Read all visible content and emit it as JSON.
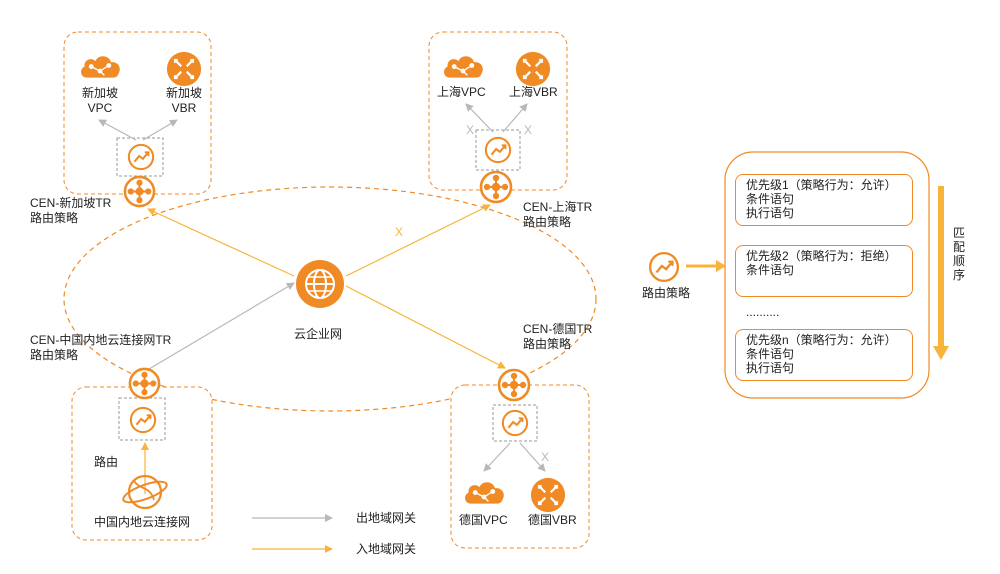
{
  "colors": {
    "accent": "#f08a24",
    "egress": "#b8b8b8",
    "ingress": "#f8b43a"
  },
  "nodes": {
    "cen_label": "云企业网",
    "sg_vpc": "新加坡\nVPC",
    "sg_vbr": "新加坡\nVBR",
    "sh_vpc": "上海VPC",
    "sh_vbr": "上海VBR",
    "de_vpc": "德国VPC",
    "de_vbr": "德国VBR",
    "ccn": "中国内地云连接网",
    "route_label": "路由"
  },
  "tr_labels": {
    "sg": "CEN-新加坡TR\n路由策略",
    "sh": "CEN-上海TR\n路由策略",
    "cn": "CEN-中国内地云连接网TR\n路由策略",
    "de": "CEN-德国TR\n路由策略"
  },
  "marks": {
    "x": "X"
  },
  "legend": {
    "egress": "出地域网关",
    "ingress": "入地域网关"
  },
  "policy": {
    "icon_label": "路由策略",
    "rules": [
      {
        "line1": "优先级1（策略行为：允许）",
        "line2": "条件语句",
        "line3": "执行语句"
      },
      {
        "line1": "优先级2（策略行为：拒绝）",
        "line2": "条件语句"
      },
      {
        "line1": "优先级n（策略行为：允许）",
        "line2": "条件语句",
        "line3": "执行语句"
      }
    ],
    "ellipsis": "..........",
    "match_order": "匹配顺序"
  }
}
